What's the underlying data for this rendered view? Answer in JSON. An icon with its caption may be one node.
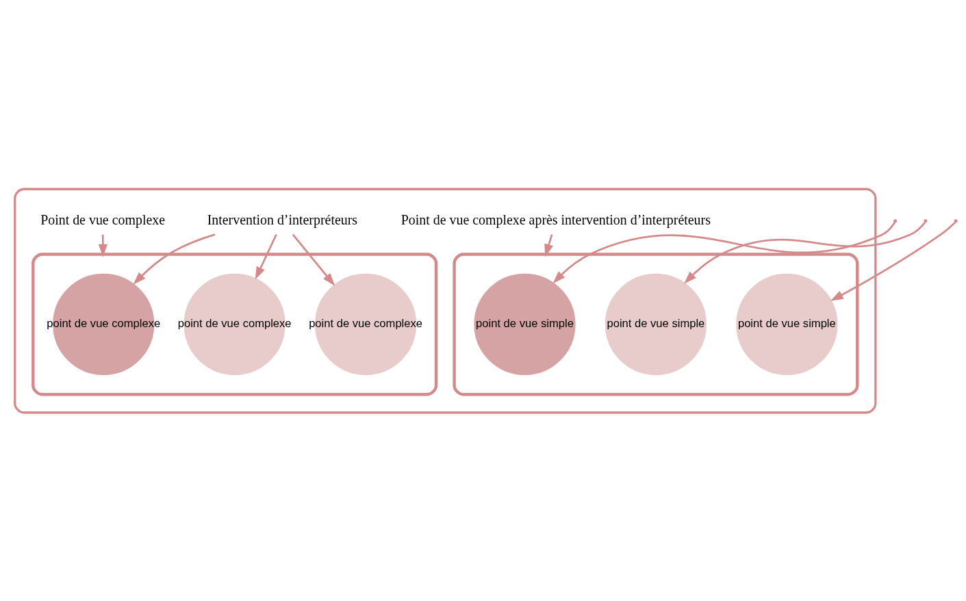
{
  "diagram": {
    "nodes": [
      {
        "text": [],
        "shape": "box"
      },
      {
        "text": [
          "Intervention d’interpréteurs"
        ],
        "in": 0
      },
      {
        "text": [],
        "shape": "bubble",
        "in": 0
      },
      {
        "text": [
          "point de vue complexe"
        ],
        "in": 2
      },
      {
        "text": [
          "point de vue complexe"
        ],
        "in": 2
      },
      {
        "text": [
          "point de vue complexe"
        ],
        "in": 2
      },
      {
        "text": [],
        "shape": "bubble",
        "in": 0
      },
      {
        "text": [
          "point de vue simple"
        ],
        "in": 6
      },
      {
        "text": [
          "point de vue simple"
        ],
        "in": 6
      },
      {
        "text": [
          "point de vue simple"
        ],
        "in": 6
      },
      {
        "text": [
          "Point de vue complexe"
        ],
        "in": 0
      },
      {
        "text": [
          "Point de vue complexe après intervention d’interpréteurs"
        ],
        "in": 0
      }
    ],
    "edges": [
      {
        "from": 1,
        "to": 3,
        "arrow": "to"
      },
      {
        "from": 1,
        "to": 4,
        "arrow": "to"
      },
      {
        "from": 1,
        "to": 5,
        "arrow": "to"
      },
      {
        "from": null,
        "to": 8,
        "arrow": "to"
      },
      {
        "from": null,
        "to": 7,
        "arrow": "to"
      },
      {
        "from": null,
        "to": 9,
        "arrow": "to"
      },
      {
        "from": 10,
        "to": 2,
        "arrow": "to"
      },
      {
        "from": 11,
        "to": 6,
        "arrow": "to"
      }
    ]
  }
}
